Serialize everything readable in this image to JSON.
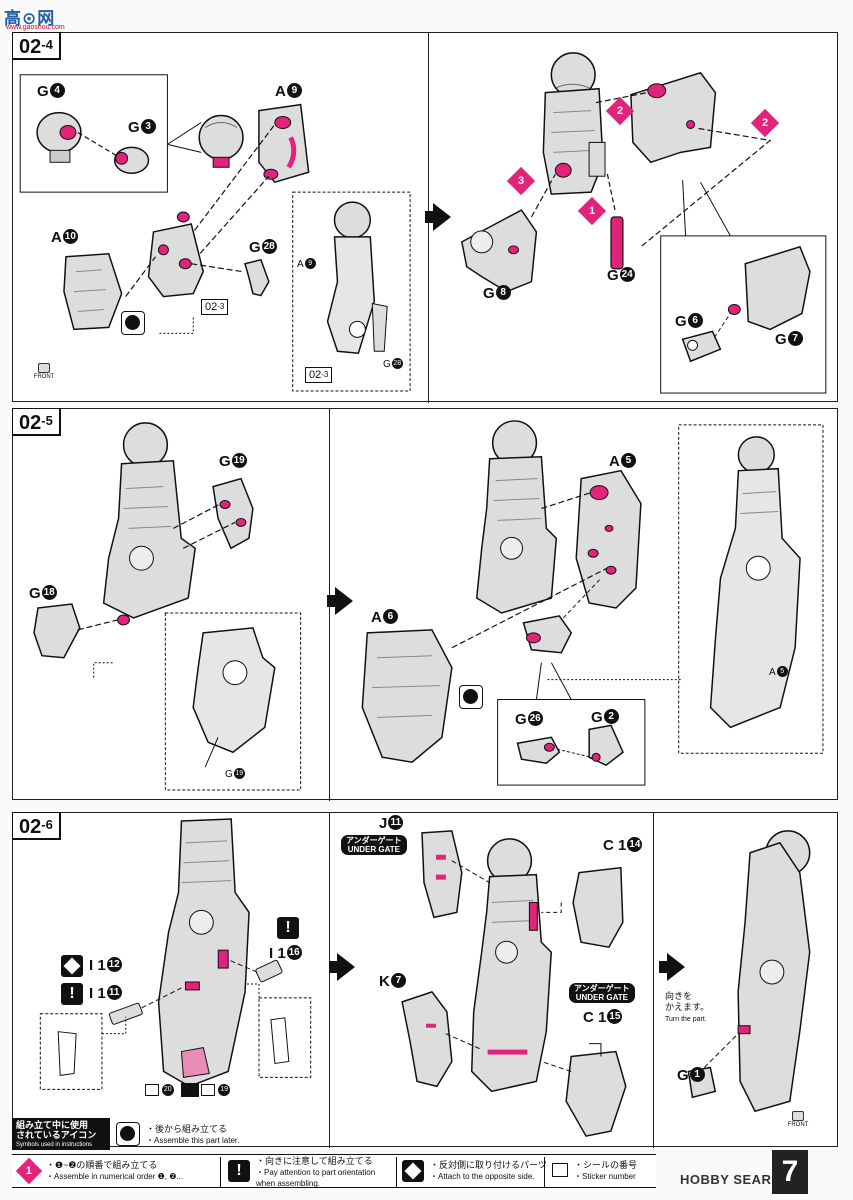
{
  "watermark": {
    "chars": "高⊙网",
    "url": "www.gaoshou.com"
  },
  "steps": {
    "s4": {
      "label_main": "02",
      "label_sub": "-4",
      "parts": {
        "g4": {
          "letter": "G",
          "num": "4"
        },
        "g3": {
          "letter": "G",
          "num": "3"
        },
        "a9": {
          "letter": "A",
          "num": "9"
        },
        "a10": {
          "letter": "A",
          "num": "10"
        },
        "g28": {
          "letter": "G",
          "num": "28"
        },
        "a9_small": {
          "letter": "A",
          "num": "9"
        },
        "g28_small": {
          "letter": "G",
          "num": "28"
        },
        "g8": {
          "letter": "G",
          "num": "8"
        },
        "g24": {
          "letter": "G",
          "num": "24"
        },
        "g6": {
          "letter": "G",
          "num": "6"
        },
        "g7": {
          "letter": "G",
          "num": "7"
        }
      },
      "ref_main": "02",
      "ref_sub": "-3",
      "orders": [
        "1",
        "2",
        "2",
        "3"
      ],
      "front_label": "FRONT"
    },
    "s5": {
      "label_main": "02",
      "label_sub": "-5",
      "parts": {
        "g19": {
          "letter": "G",
          "num": "19"
        },
        "g18": {
          "letter": "G",
          "num": "18"
        },
        "g19_small": {
          "letter": "G",
          "num": "19"
        },
        "a5": {
          "letter": "A",
          "num": "5"
        },
        "a6": {
          "letter": "A",
          "num": "6"
        },
        "a5_small": {
          "letter": "A",
          "num": "5"
        },
        "g26": {
          "letter": "G",
          "num": "26"
        },
        "g2": {
          "letter": "G",
          "num": "2"
        }
      }
    },
    "s6": {
      "label_main": "02",
      "label_sub": "-6",
      "parts": {
        "i12": {
          "letter": "I 1",
          "num": "12"
        },
        "i11": {
          "letter": "I 1",
          "num": "11"
        },
        "i16": {
          "letter": "I 1",
          "num": "16"
        },
        "j11": {
          "letter": "J",
          "num": "11"
        },
        "c14": {
          "letter": "C 1",
          "num": "14"
        },
        "k7": {
          "letter": "K",
          "num": "7"
        },
        "c15": {
          "letter": "C 1",
          "num": "15"
        },
        "g1": {
          "letter": "G",
          "num": "1"
        }
      },
      "stickers": [
        "20",
        "19"
      ],
      "under_gate_jp": "アンダーゲート",
      "under_gate_en": "UNDER GATE",
      "turn_jp_1": "向きを",
      "turn_jp_2": "かえます。",
      "turn_en": "Turn the part.",
      "front_label": "FRONT"
    }
  },
  "legend": {
    "title_jp_1": "組み立て中に使用",
    "title_jp_2": "されているアイコン",
    "title_en": "Symbols used in instructions",
    "later_jp": "・後から組み立てる",
    "later_en": "・Assemble this part later.",
    "order_icon": "1",
    "order_jp": "・❶~❷の順番で組み立てる",
    "order_en": "・Assemble in numerical order ❶, ❷...",
    "attention_icon": "!",
    "attention_jp": "・向きに注意して組み立てる",
    "attention_en": "・Pay attention to part orientation when assembling.",
    "opposite_jp": "・反対側に取り付けるパーツ",
    "opposite_en": "・Attach to the opposite side.",
    "sticker_jp": "・シールの番号",
    "sticker_en": "・Sticker number"
  },
  "footer": {
    "brand": "HOBBY SEARCH",
    "page_number": "7"
  },
  "colors": {
    "accent": "#e2237b",
    "line": "#111111",
    "part_fill": "#d9d9d9"
  }
}
